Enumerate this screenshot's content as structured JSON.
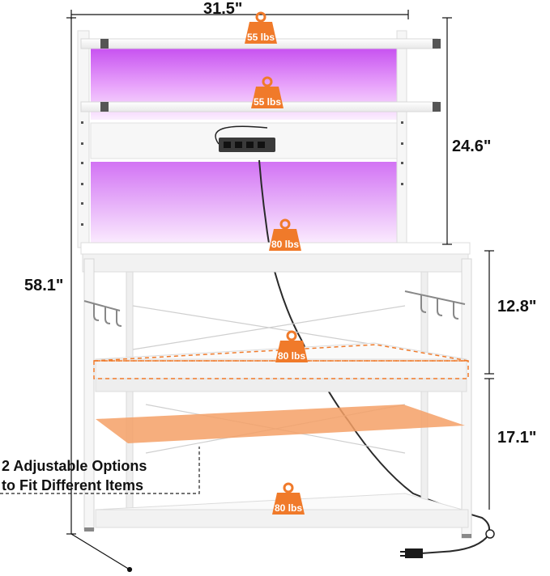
{
  "dimensions": {
    "width": "31.5\"",
    "total_height": "58.1\"",
    "hutch_height": "24.6\"",
    "middle_gap": "12.8\"",
    "lower_gap": "17.1\""
  },
  "weights": {
    "top_shelf": "55 lbs",
    "second_shelf": "55 lbs",
    "desktop": "80 lbs",
    "middle_shelf": "80 lbs",
    "bottom_shelf": "80 lbs"
  },
  "note": {
    "line1": "2 Adjustable Options",
    "line2": "to Fit Different Items"
  },
  "colors": {
    "accent_orange": "#f07a2a",
    "led_glow": "#d77cf2",
    "frame_white": "#f6f6f6",
    "dim_line": "#111111"
  }
}
